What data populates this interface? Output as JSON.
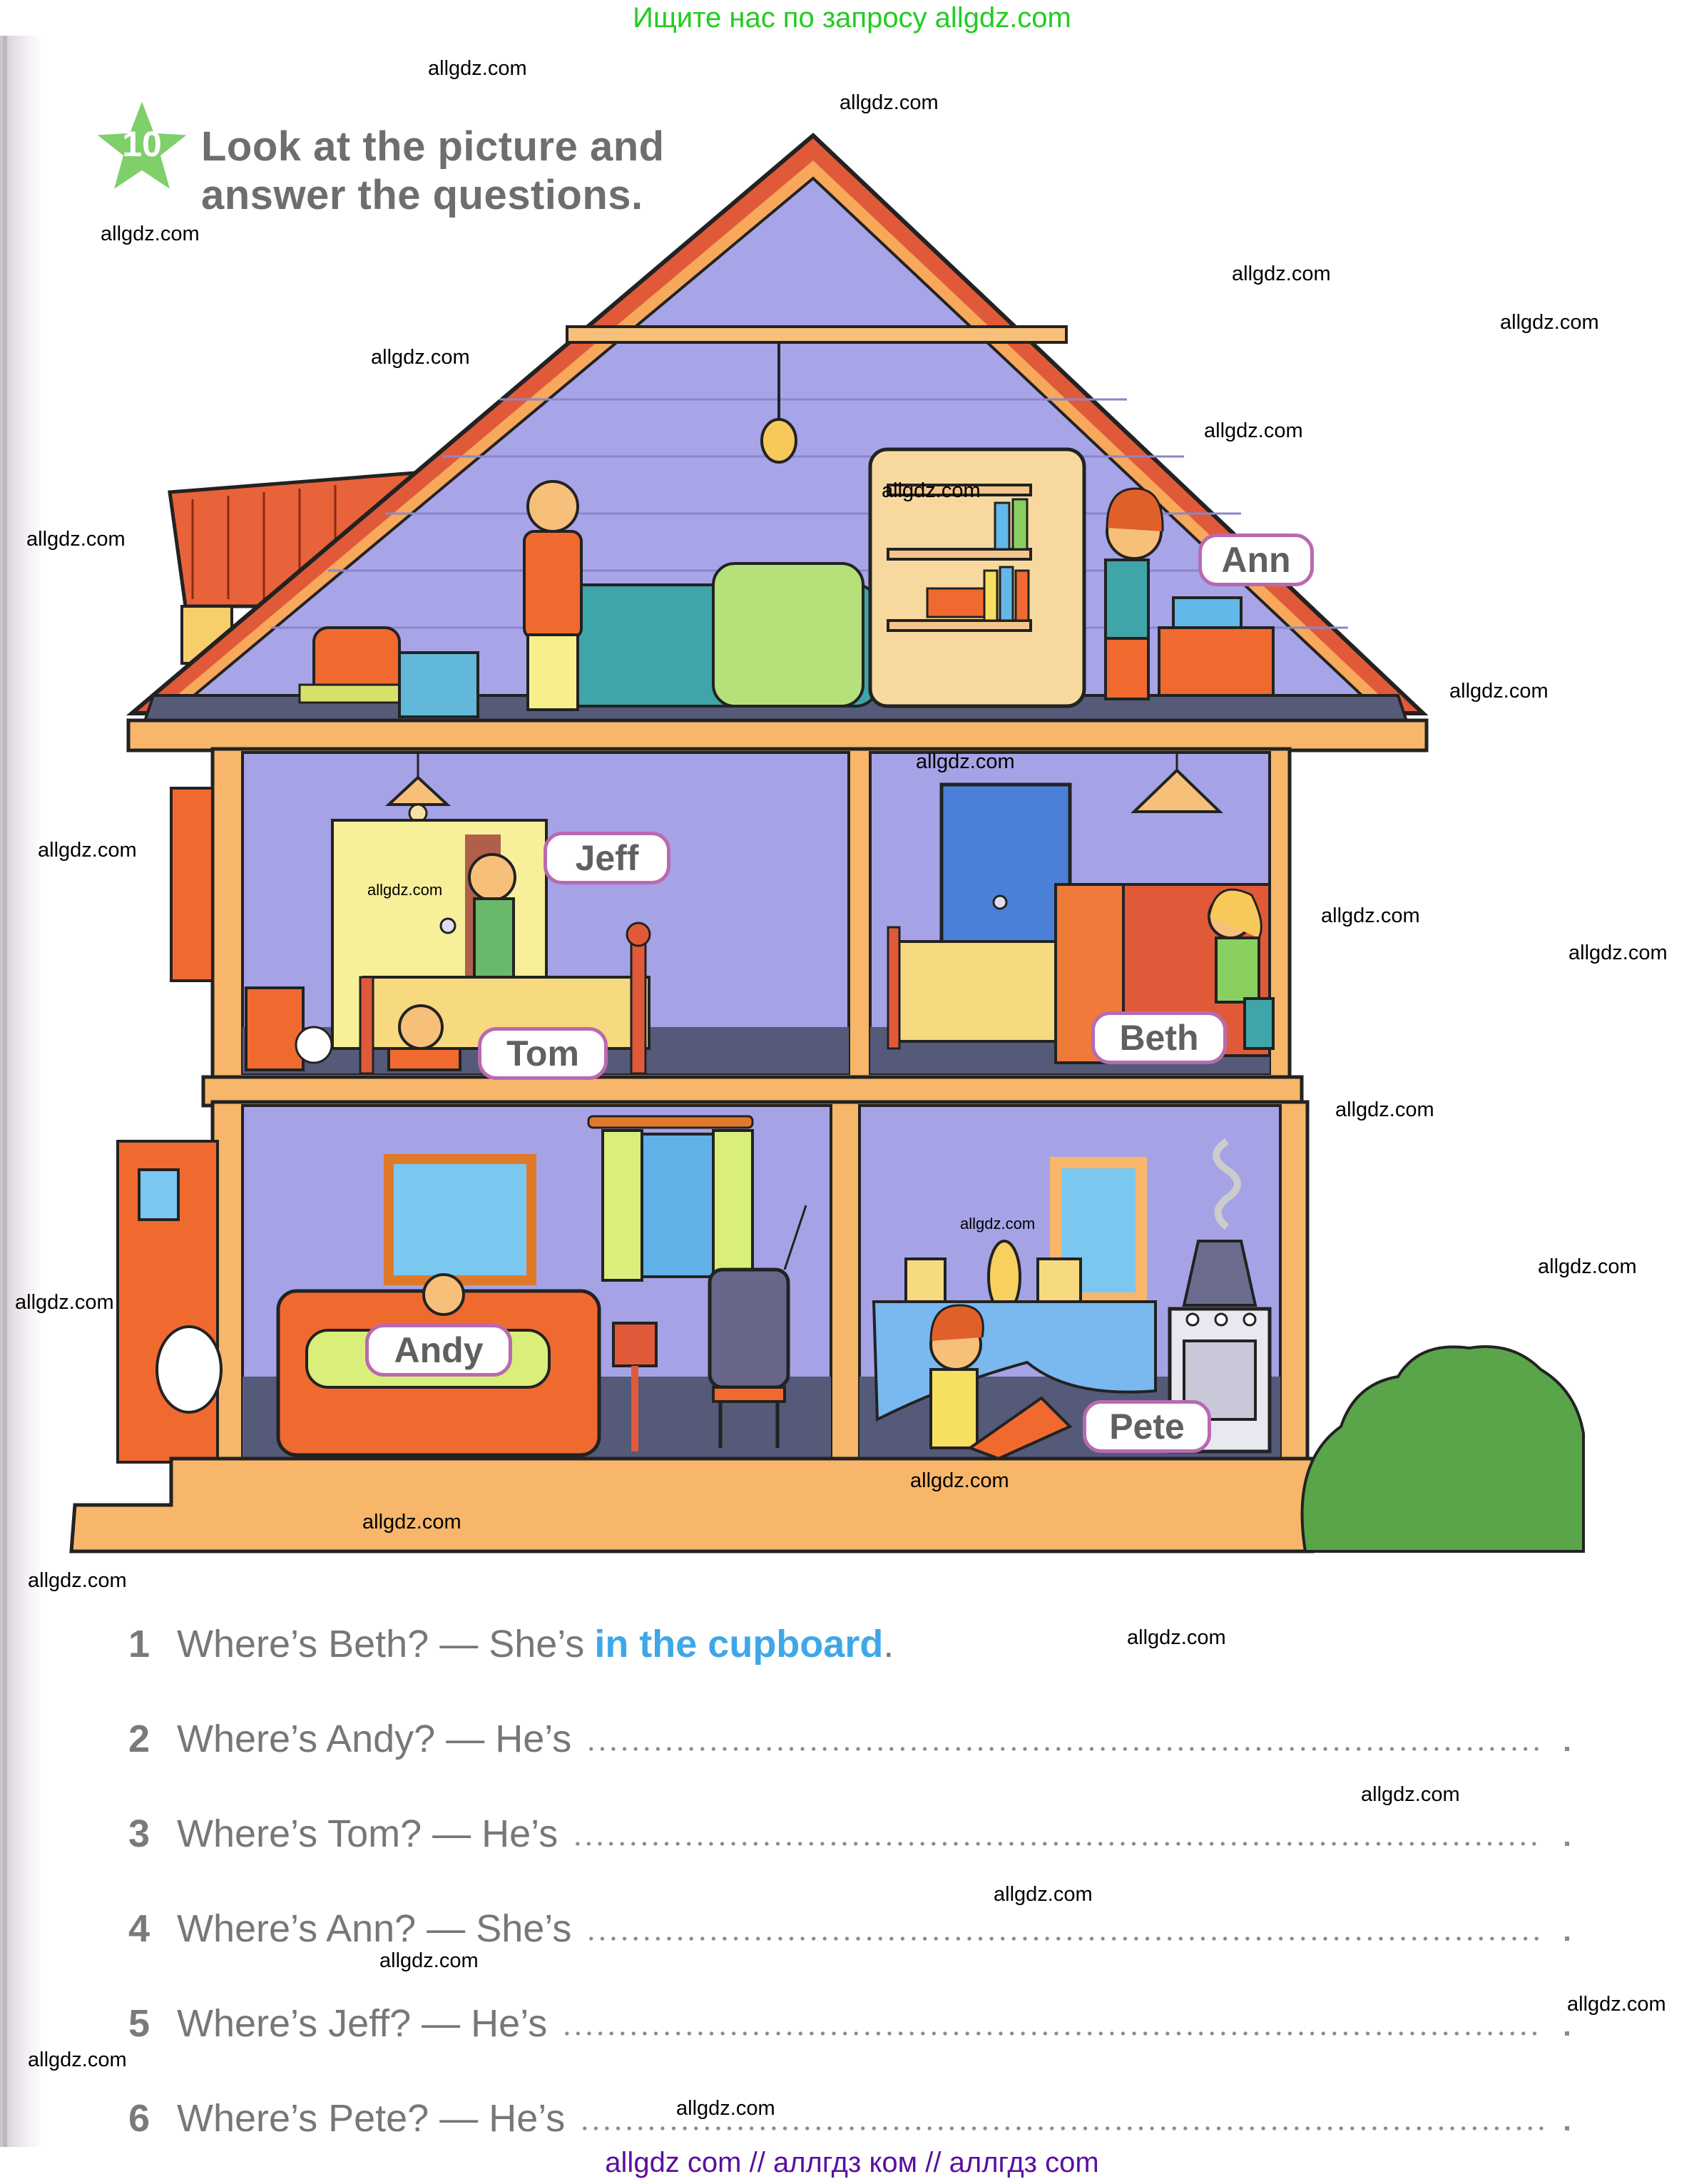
{
  "banners": {
    "top": "Ищите нас по запросу allgdz.com",
    "bottom": "allgdz com  //  аллгдз ком  //  аллгдз com"
  },
  "exercise": {
    "number": "10",
    "badge_icon": "star-icon",
    "instruction_line1": "Look at the picture and",
    "instruction_line2": "answer the questions."
  },
  "illustration": {
    "description": "Cutaway house with attic, two bedrooms, living room and kitchen",
    "name_tags": [
      {
        "name": "Ann",
        "room": "attic"
      },
      {
        "name": "Jeff",
        "room": "bedroom-left"
      },
      {
        "name": "Tom",
        "room": "bedroom-left"
      },
      {
        "name": "Beth",
        "room": "bedroom-right"
      },
      {
        "name": "Andy",
        "room": "living-room"
      },
      {
        "name": "Pete",
        "room": "kitchen"
      }
    ],
    "colors": {
      "wall": "#a5a3e6",
      "wood": "#f7b66a",
      "roof": "#e05a3a",
      "floor": "#545a78",
      "tag_border": "#b86ab0",
      "bush": "#5aa54a"
    }
  },
  "questions": [
    {
      "number": "1",
      "text": "Where’s Beth? — She’s",
      "answer": "in the cupboard",
      "end": "."
    },
    {
      "number": "2",
      "text": "Where’s Andy? — He’s",
      "answer": "",
      "end": "."
    },
    {
      "number": "3",
      "text": "Where’s Tom? — He’s",
      "answer": "",
      "end": "."
    },
    {
      "number": "4",
      "text": "Where’s Ann? — She’s",
      "answer": "",
      "end": "."
    },
    {
      "number": "5",
      "text": "Where’s Jeff? — He’s",
      "answer": "",
      "end": "."
    },
    {
      "number": "6",
      "text": "Where’s Pete? — He’s",
      "answer": "",
      "end": "."
    }
  ],
  "answer_color": "#3ea7e8",
  "watermarks": [
    "allgdz.com",
    "allgdz.com",
    "allgdz.com",
    "allgdz.com",
    "allgdz.com",
    "allgdz.com",
    "allgdz.com",
    "allgdz.com",
    "allgdz.com",
    "allgdz.com",
    "allgdz.com",
    "allgdz.com",
    "allgdz.com",
    "allgdz.com",
    "allgdz.com",
    "allgdz.com",
    "allgdz.com",
    "allgdz.com",
    "allgdz.com",
    "allgdz.com",
    "allgdz.com",
    "allgdz.com",
    "allgdz.com",
    "allgdz.com",
    "allgdz.com",
    "allgdz.com",
    "allgdz.com",
    "allgdz.com",
    "allgdz.com",
    "allgdz.com"
  ]
}
